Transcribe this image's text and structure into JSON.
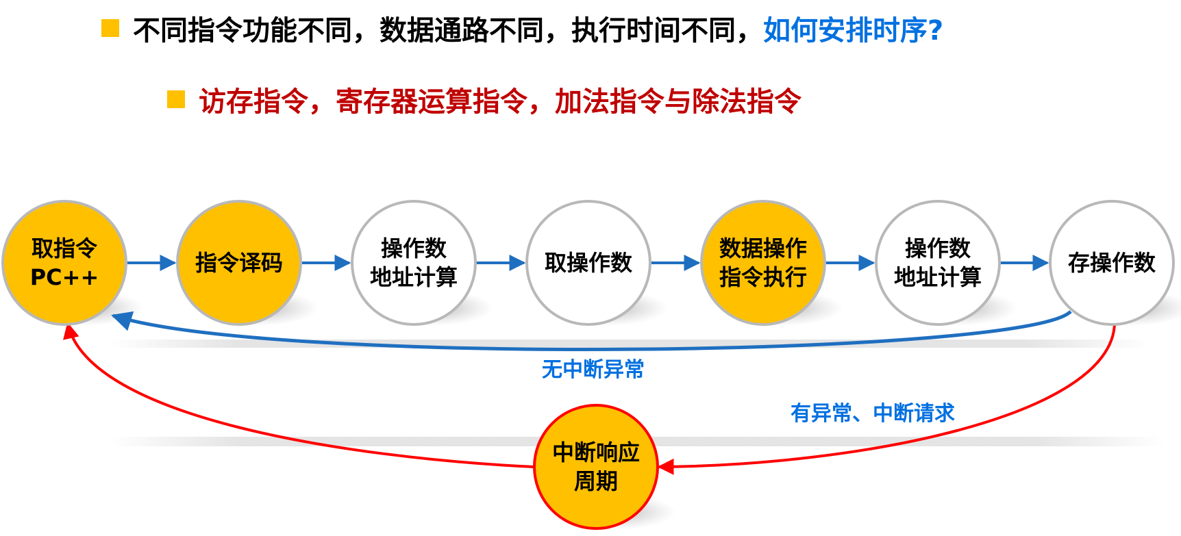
{
  "heading": {
    "line1_main": "不同指令功能不同，数据通路不同，执行时间不同，",
    "line1_highlight": "如何安排时序?",
    "line2": "访存指令，寄存器运算指令，加法指令与除法指令"
  },
  "diagram": {
    "nodes": [
      {
        "id": "fetch",
        "lines": [
          "取指令",
          "PC++"
        ],
        "fill": "#ffc000",
        "stroke": "#b8b8b8"
      },
      {
        "id": "decode",
        "lines": [
          "指令译码"
        ],
        "fill": "#ffc000",
        "stroke": "#b8b8b8"
      },
      {
        "id": "addr1",
        "lines": [
          "操作数",
          "地址计算"
        ],
        "fill": "#ffffff",
        "stroke": "#b8b8b8"
      },
      {
        "id": "fetch-operand",
        "lines": [
          "取操作数"
        ],
        "fill": "#ffffff",
        "stroke": "#b8b8b8"
      },
      {
        "id": "execute",
        "lines": [
          "数据操作",
          "指令执行"
        ],
        "fill": "#ffc000",
        "stroke": "#b8b8b8"
      },
      {
        "id": "addr2",
        "lines": [
          "操作数",
          "地址计算"
        ],
        "fill": "#ffffff",
        "stroke": "#b8b8b8"
      },
      {
        "id": "store",
        "lines": [
          "存操作数"
        ],
        "fill": "#ffffff",
        "stroke": "#b8b8b8"
      },
      {
        "id": "interrupt",
        "lines": [
          "中断响应",
          "周期"
        ],
        "fill": "#ffc000",
        "stroke": "#ff0000"
      }
    ],
    "edge_labels": {
      "no_interrupt": "无中断异常",
      "interrupt_request": "有异常、中断请求"
    },
    "colors": {
      "blue_arrow": "#1f6fc0",
      "red_arrow": "#ff0000",
      "accent_yellow": "#ffc000",
      "label_blue": "#0070e0"
    }
  }
}
